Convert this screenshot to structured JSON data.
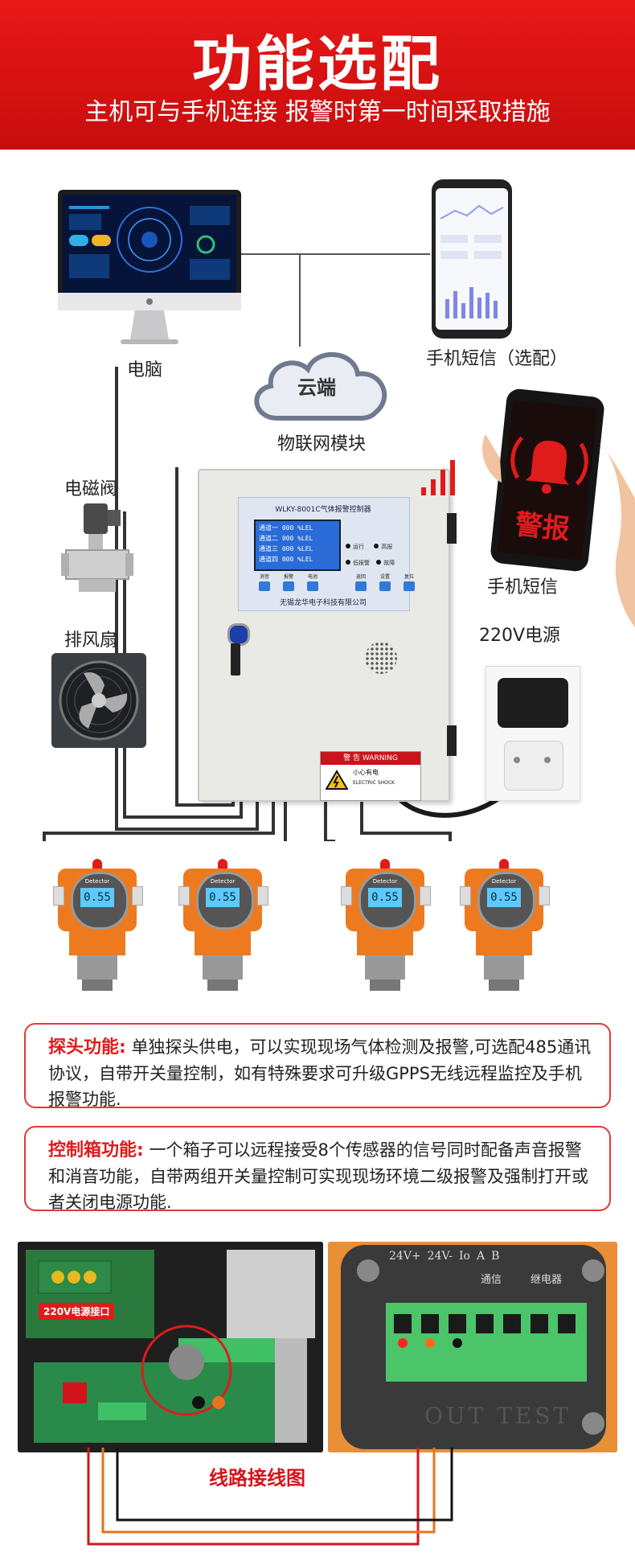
{
  "header": {
    "title": "功能选配",
    "subtitle": "主机可与手机连接 报警时第一时间采取措施"
  },
  "labels": {
    "computer": "电脑",
    "phone_sms_optional": "手机短信（选配）",
    "cloud": "云端",
    "iot_module": "物联网模块",
    "solenoid_valve": "电磁阀",
    "exhaust_fan": "排风扇",
    "phone_sms": "手机短信",
    "alarm_text": "警报",
    "power_220v": "220V电源"
  },
  "controller": {
    "model_title": "WLKY-8001C气体报警控制器",
    "channels": [
      {
        "name": "通道一",
        "value": "000",
        "unit": "%LEL"
      },
      {
        "name": "通道二",
        "value": "000",
        "unit": "%LEL"
      },
      {
        "name": "通道三",
        "value": "000",
        "unit": "%LEL"
      },
      {
        "name": "通道四",
        "value": "000",
        "unit": "%LEL"
      }
    ],
    "indicators": [
      "运行",
      "高报",
      "低报警",
      "故障"
    ],
    "buttons": [
      "消音",
      "报警",
      "电池",
      "返回",
      "设置",
      "复位"
    ],
    "company": "无锡龙华电子科技有限公司",
    "warning_header": "警 告 WARNING",
    "warning_line1": "小心有电",
    "warning_line2": "ELECTRIC SHOCK"
  },
  "detectors": [
    {
      "brand": "Detector",
      "reading": "0.55"
    },
    {
      "brand": "Detector",
      "reading": "0.55"
    },
    {
      "brand": "Detector",
      "reading": "0.55"
    },
    {
      "brand": "Detector",
      "reading": "0.55"
    }
  ],
  "probe_box": {
    "heading": "探头功能:",
    "text": "单独探头供电，可以实现现场气体检测及报警,可选配485通讯协议，自带开关量控制，如有特殊要求可升级GPPS无线远程监控及手机报警功能."
  },
  "control_box": {
    "heading": "控制箱功能:",
    "text": "一个箱子可以远程接受8个传感器的信号同时配备声音报警和消音功能，自带两组开关量控制可实现现场环境二级报警及强制打开或者关闭电源功能."
  },
  "wiring": {
    "power_port_label": "220V电源接口",
    "terminal_labels": [
      "24V+",
      "24V-",
      "Io",
      "A",
      "B"
    ],
    "comm_label": "通信",
    "relay_label": "继电器",
    "out_test": "OUT TEST",
    "caption": "线路接线图"
  },
  "colors": {
    "brand_red": "#e01b1b",
    "orange": "#e8731e",
    "terminal_green": "#4cc46a"
  }
}
